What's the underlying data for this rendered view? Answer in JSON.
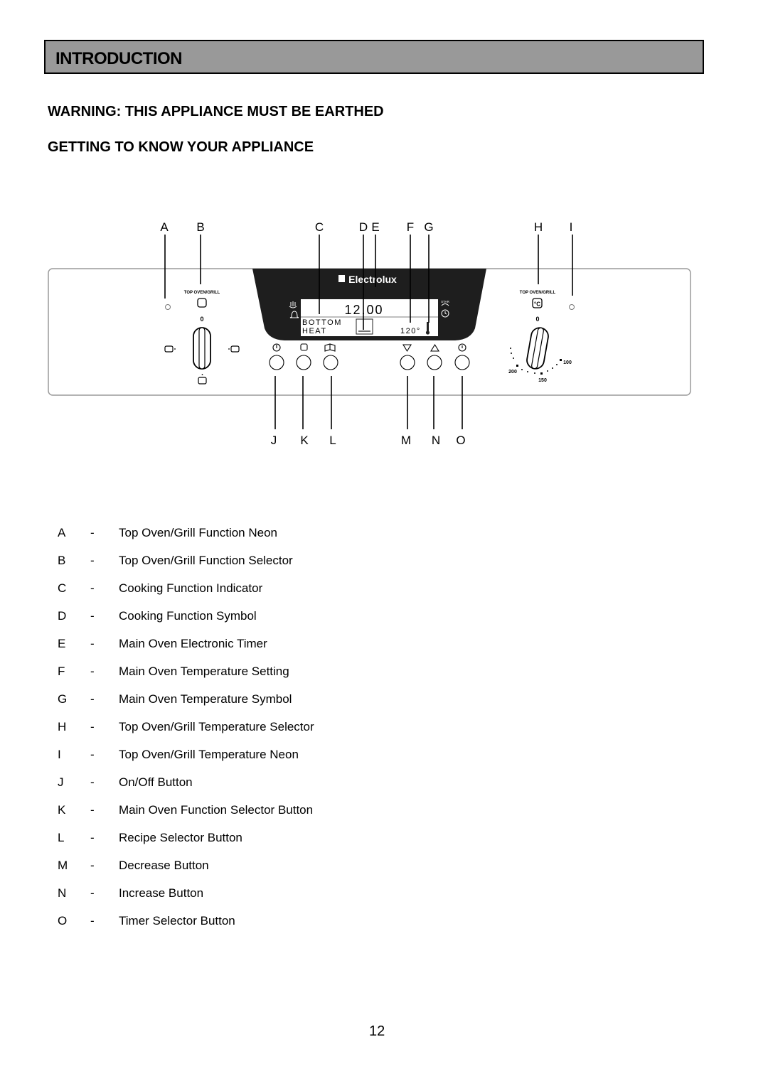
{
  "header": {
    "title": "INTRODUCTION"
  },
  "warning": "WARNING:  THIS APPLIANCE MUST BE EARTHED",
  "subheading": "GETTING TO KNOW YOUR APPLIANCE",
  "diagram": {
    "brand": "Electrolux",
    "left_knob_title": "TOP OVEN/GRILL",
    "right_knob_title": "TOP OVEN/GRILL",
    "left_knob_zero": "0",
    "right_knob_zero": "0",
    "display_time": "12.00",
    "display_line1": "BOTTOM",
    "display_line2": "HEAT",
    "display_temp": "120°",
    "dial_200": "200",
    "dial_150": "150",
    "dial_100": "100",
    "top_letters": [
      "A",
      "B",
      "C",
      "D",
      "E",
      "F",
      "G",
      "H",
      "I"
    ],
    "bottom_letters": [
      "J",
      "K",
      "L",
      "M",
      "N",
      "O"
    ]
  },
  "legend": [
    {
      "letter": "A",
      "desc": "Top Oven/Grill Function Neon"
    },
    {
      "letter": "B",
      "desc": "Top Oven/Grill Function Selector"
    },
    {
      "letter": "C",
      "desc": "Cooking Function Indicator"
    },
    {
      "letter": "D",
      "desc": "Cooking Function Symbol"
    },
    {
      "letter": "E",
      "desc": "Main Oven Electronic Timer"
    },
    {
      "letter": "F",
      "desc": "Main Oven Temperature Setting"
    },
    {
      "letter": "G",
      "desc": "Main Oven Temperature Symbol"
    },
    {
      "letter": "H",
      "desc": "Top Oven/Grill Temperature Selector"
    },
    {
      "letter": "I",
      "desc": "Top Oven/Grill Temperature Neon"
    },
    {
      "letter": "J",
      "desc": "On/Off Button"
    },
    {
      "letter": "K",
      "desc": "Main Oven Function Selector Button"
    },
    {
      "letter": "L",
      "desc": "Recipe Selector Button"
    },
    {
      "letter": "M",
      "desc": "Decrease Button"
    },
    {
      "letter": "N",
      "desc": "Increase Button"
    },
    {
      "letter": "O",
      "desc": "Timer Selector Button"
    }
  ],
  "dash": "-",
  "page_number": "12"
}
